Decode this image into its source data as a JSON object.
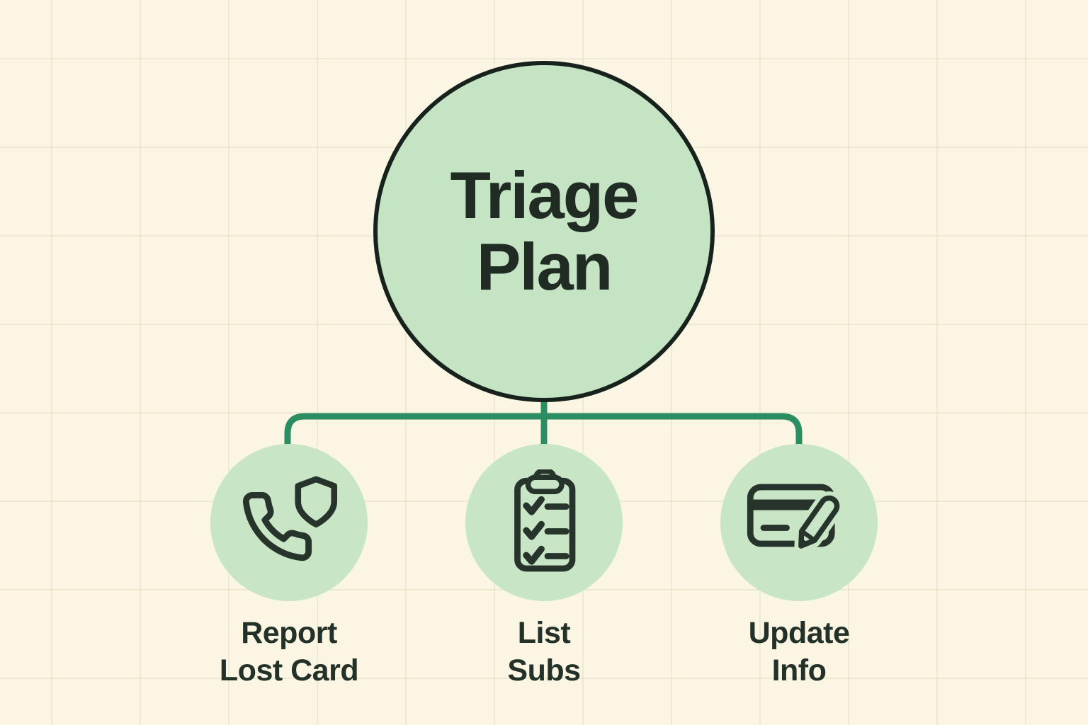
{
  "diagram": {
    "type": "hierarchy-flowchart",
    "root": {
      "label_line1": "Triage",
      "label_line2": "Plan"
    },
    "nodes": [
      {
        "icon": "phone-shield-icon",
        "label_line1": "Report",
        "label_line2": "Lost Card"
      },
      {
        "icon": "checklist-clipboard-icon",
        "label_line1": "List",
        "label_line2": "Subs"
      },
      {
        "icon": "card-edit-icon",
        "label_line1": "Update",
        "label_line2": "Info"
      }
    ],
    "colors": {
      "background": "#FAF6E3",
      "grid_line": "#E9E2C9",
      "node_fill": "#C7E5C5",
      "root_border": "#17221C",
      "connector": "#2B8E63",
      "icon_stroke": "#27342B",
      "text": "#243128"
    }
  }
}
